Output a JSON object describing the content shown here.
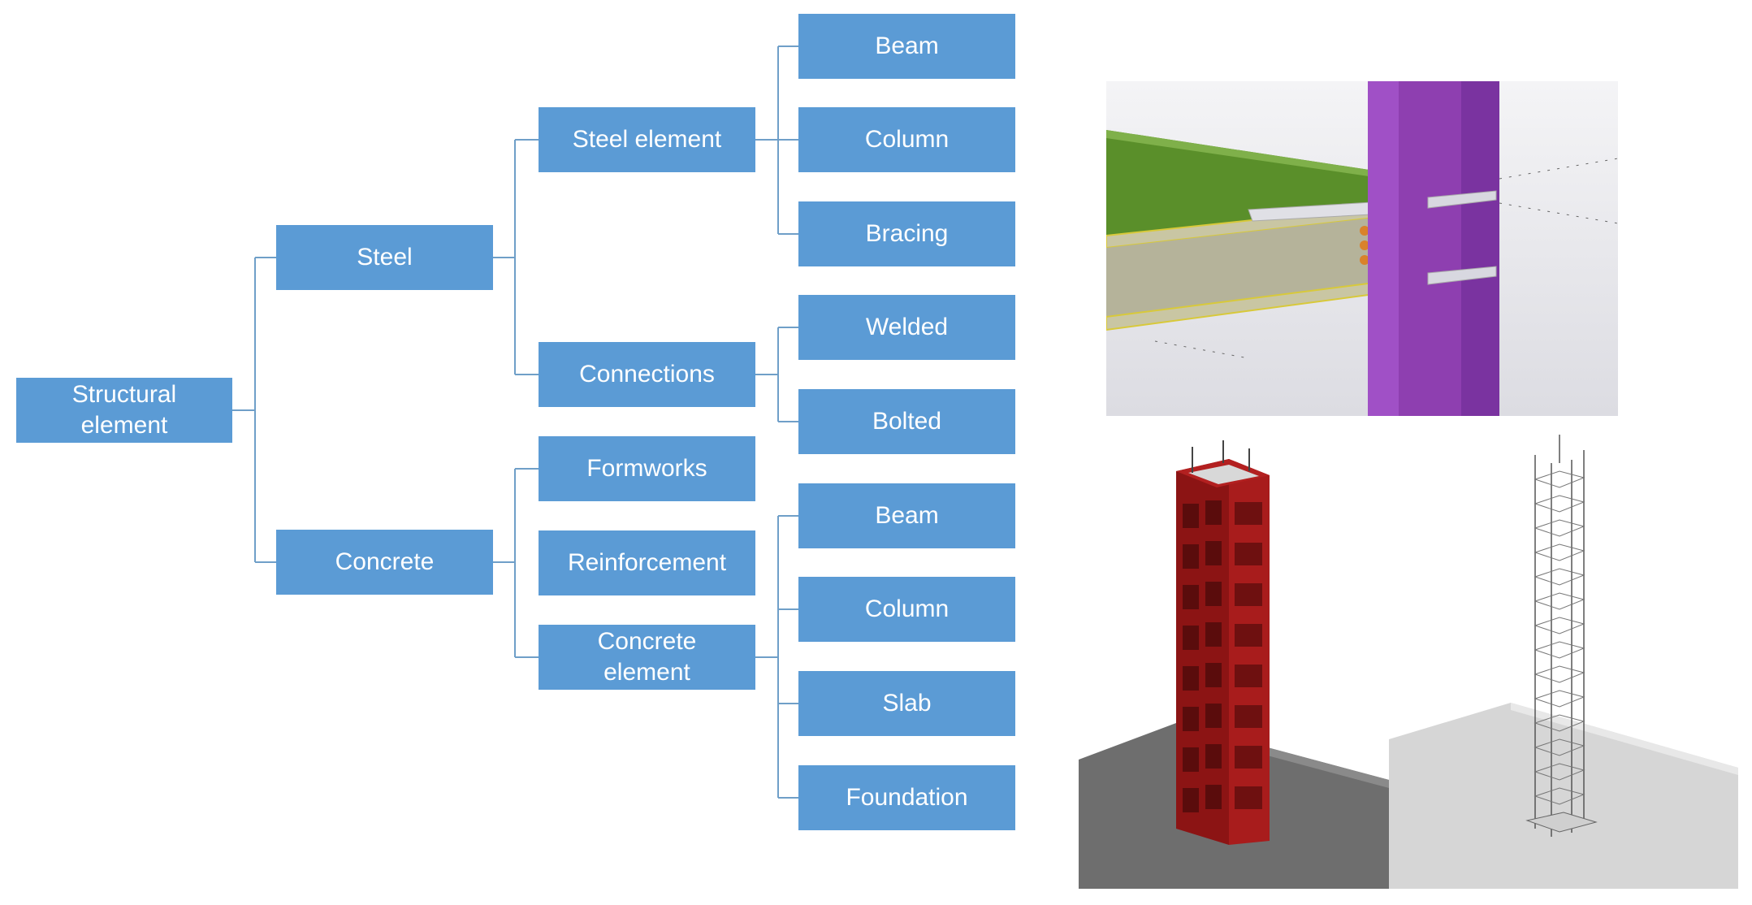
{
  "root": {
    "label": "Structural\nelement"
  },
  "level1": {
    "steel": "Steel",
    "concrete": "Concrete"
  },
  "level2": {
    "steel_element": "Steel element",
    "connections": "Connections",
    "formworks": "Formworks",
    "reinforcement": "Reinforcement",
    "concrete_element": "Concrete\nelement"
  },
  "level3": {
    "steel_element": [
      "Beam",
      "Column",
      "Bracing"
    ],
    "connections": [
      "Welded",
      "Bolted"
    ],
    "concrete_element": [
      "Beam",
      "Column",
      "Slab",
      "Foundation"
    ]
  },
  "colors": {
    "node": "#5b9bd5",
    "text": "#ffffff",
    "connector": "#5b9bd5"
  }
}
